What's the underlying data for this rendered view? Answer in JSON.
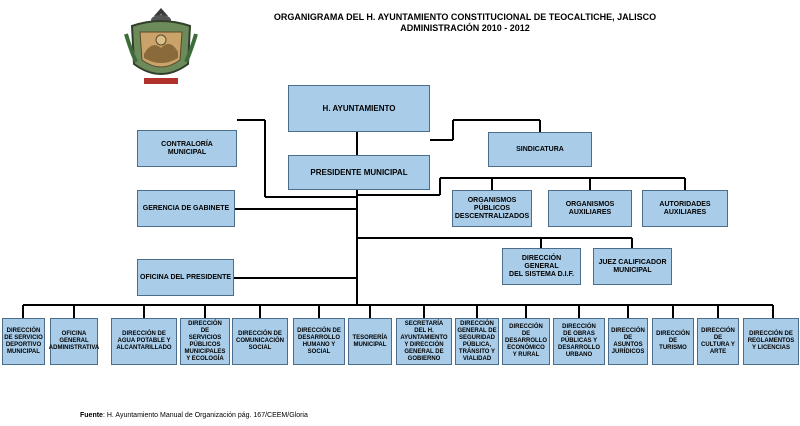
{
  "header": {
    "title_line1": "ORGANIGRAMA DEL H. AYUNTAMIENTO CONSTITUCIONAL DE TEOCALTICHE, JALISCO",
    "title_line2": "ADMINISTRACIÓN 2010 - 2012"
  },
  "nodes": {
    "ayuntamiento": "H. AYUNTAMIENTO",
    "presidente": "PRESIDENTE MUNICIPAL",
    "contraloria": "CONTRALORÍA\nMUNICIPAL",
    "sindicatura": "SINDICATURA",
    "gerencia": "GERENCIA DE GABINETE",
    "organismos_publicos": "ORGANISMOS\nPÚBLICOS\nDESCENTRALIZADOS",
    "organismos_auxiliares": "ORGANISMOS\nAUXILIARES",
    "autoridades_auxiliares": "AUTORIDADES\nAUXILIARES",
    "dif": "DIRECCIÓN GENERAL\nDEL SISTEMA D.I.F.",
    "juez": "JUEZ CALIFICADOR\nMUNICIPAL",
    "oficina_presidente": "OFICINA DEL PRESIDENTE"
  },
  "bottom_row": [
    "Dirección\nde servicio\ndeportivo\nmunicipal",
    "Oficina\ngeneral\nadministrativa",
    "Dirección de\nagua potable y\nalcantarillado",
    "Dirección\nde\nservicios\npúblicos\nmunicipales\ny ecología",
    "Dirección de\ncomunicación\nsocial",
    "Dirección de\ndesarrollo\nhumano y\nsocial",
    "Tesorería\nmunicipal",
    "Secretaría\ndel H.\nayuntamiento\ny dirección\ngeneral de\ngobierno",
    "Dirección\ngeneral de\nseguridad\npública,\ntránsito y\nvialidad",
    "Dirección\nde\ndesarrollo\neconómico\ny rural",
    "Dirección\nde obras\npúblicas y\ndesarrollo\nurbano",
    "Dirección\nde\nasuntos\njurídicos",
    "Dirección\nde\nturismo",
    "Dirección\nde\ncultura y\narte",
    "Dirección de\nreglamentos\ny licencias"
  ],
  "footer": {
    "label": "Fuente",
    "text": ": H. Ayuntamiento Manual de Organización pág. 167/CEEM/Gloria"
  },
  "colors": {
    "box_fill": "#a9cce8",
    "box_border": "#4c6e8c",
    "line": "#000000"
  }
}
